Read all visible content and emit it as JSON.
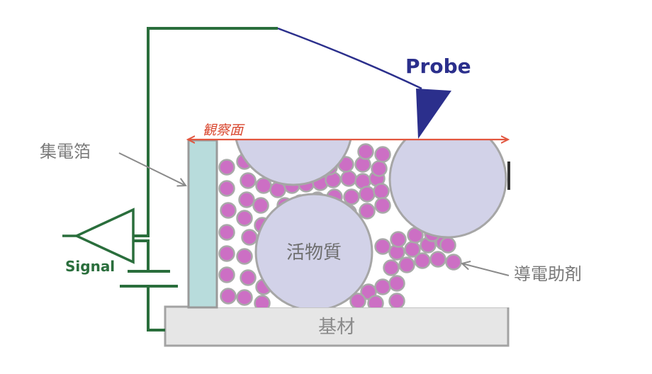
{
  "labels": {
    "probe": "Probe",
    "observation_plane": "観察面",
    "current_collector": "集電箔",
    "signal": "Signal",
    "active_material": "活物質",
    "conductive_additive": "導電助剤",
    "substrate": "基材"
  },
  "colors": {
    "wire": "#2a6e3c",
    "probe": "#2b2f8c",
    "probe_text": "#2b2f8c",
    "observation_arrow": "#e2563f",
    "observation_text": "#d9472f",
    "label_gray": "#7a7a7a",
    "collector_fill": "#b8dcdc",
    "collector_stroke": "#9a9a9a",
    "active_fill": "#d2d2e8",
    "active_stroke": "#a6a6a6",
    "particle_fill": "#cc6fc4",
    "particle_stroke": "#a9a9a9",
    "substrate_fill": "#e6e6e6",
    "substrate_stroke": "#a3a3a3"
  }
}
